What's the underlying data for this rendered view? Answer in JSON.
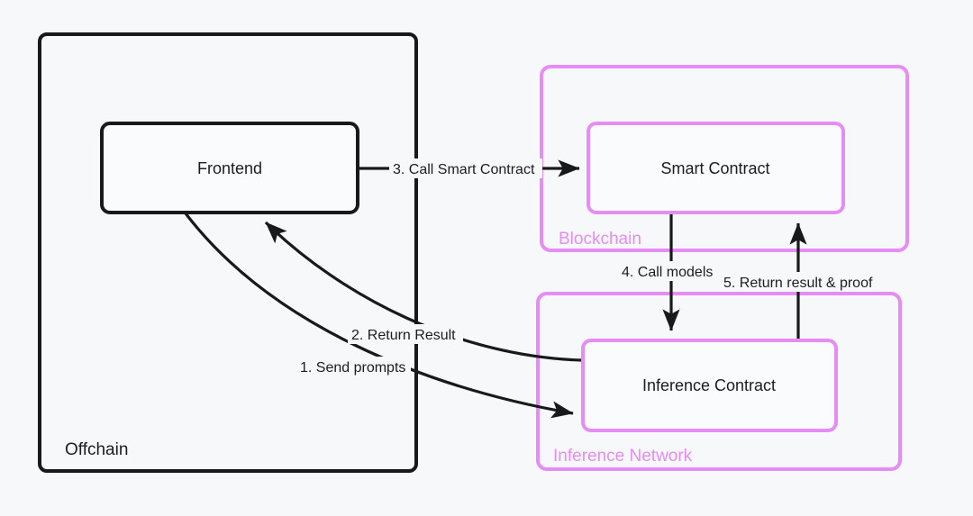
{
  "diagram": {
    "title": "Offchain / Blockchain / Inference Network flow",
    "background_color": "#f7f8fa",
    "accent_color": "#e68cf5",
    "line_color": "#191919"
  },
  "regions": [
    {
      "id": "offchain",
      "label": "Offchain",
      "color": "#191919"
    },
    {
      "id": "blockchain",
      "label": "Blockchain",
      "color": "#e68cf5"
    },
    {
      "id": "inference-network",
      "label": "Inference Network",
      "color": "#e68cf5"
    }
  ],
  "nodes": [
    {
      "id": "frontend",
      "label": "Frontend",
      "border_color": "#191919"
    },
    {
      "id": "smart-contract",
      "label": "Smart Contract",
      "border_color": "#e68cf5"
    },
    {
      "id": "inference-contract",
      "label": "Inference Contract",
      "border_color": "#e68cf5"
    }
  ],
  "edges": [
    {
      "id": "e1",
      "label": "1. Send prompts",
      "from": "frontend",
      "to": "inference-contract"
    },
    {
      "id": "e2",
      "label": "2. Return Result",
      "from": "inference-contract",
      "to": "frontend"
    },
    {
      "id": "e3",
      "label": "3. Call Smart Contract",
      "from": "frontend",
      "to": "smart-contract"
    },
    {
      "id": "e4",
      "label": "4. Call models",
      "from": "smart-contract",
      "to": "inference-contract"
    },
    {
      "id": "e5",
      "label": "5. Return result & proof",
      "from": "inference-contract",
      "to": "smart-contract"
    }
  ]
}
